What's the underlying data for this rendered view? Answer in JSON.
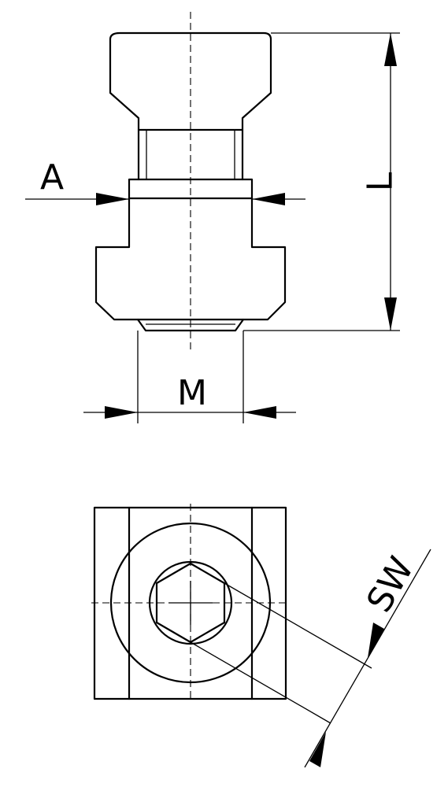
{
  "drawing": {
    "dimensions": {
      "thread_length": "L",
      "width_across": "A",
      "thread": "M",
      "wrench_size": "SW"
    }
  }
}
